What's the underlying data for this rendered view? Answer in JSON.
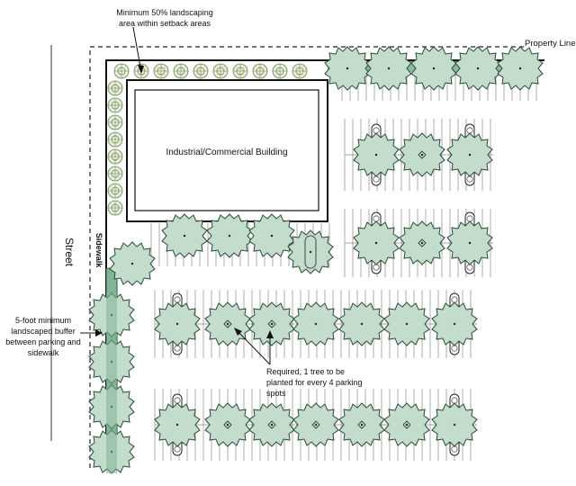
{
  "labels": {
    "setback_line1": "Minimum 50% landscaping",
    "setback_line2": "area within setback areas",
    "property_line": "Property Line",
    "building": "Industrial/Commercial Building",
    "street": "Street",
    "sidewalk": "Sidewalk",
    "buffer_line1": "5-foot minimum",
    "buffer_line2": "landscaped buffer",
    "buffer_line3": "between parking and",
    "buffer_line4": "sidewalk",
    "required_line1": "Required, 1 tree to be",
    "required_line2": "planted for every 4 parking",
    "required_line3": "spots"
  },
  "colors": {
    "tree_fill": "#c3dccb",
    "tree_stroke": "#2b4a35",
    "strip_fill": "#7fb596",
    "shrub_fill": "#e7eed6",
    "line": "#222222"
  }
}
